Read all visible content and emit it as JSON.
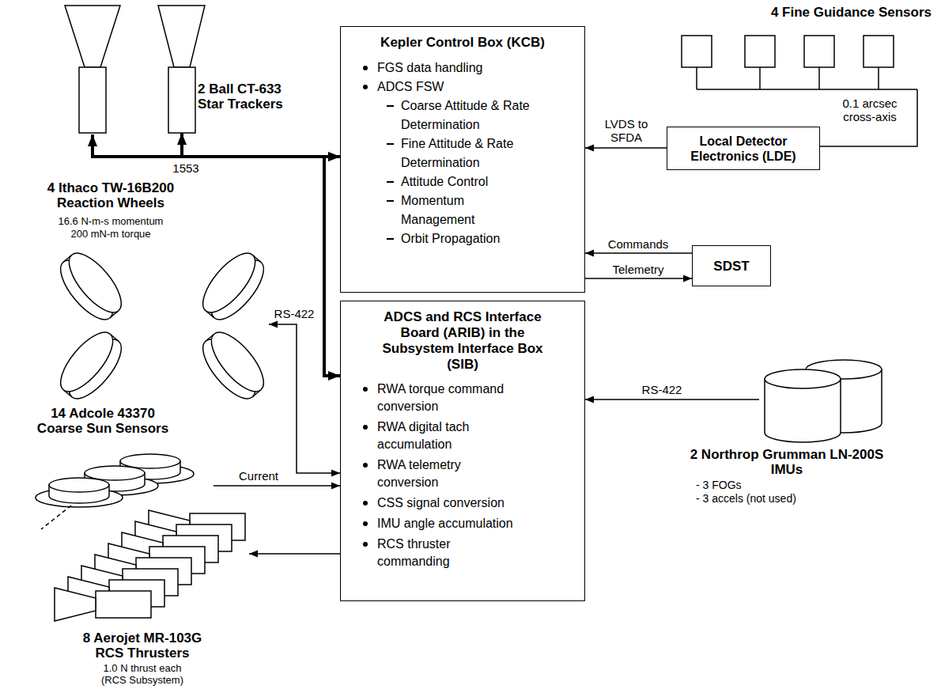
{
  "diagram": {
    "nodes": [
      {
        "text": [
          "2 Ball CT-633 Star Trackers"
        ]
      },
      {
        "text": [
          "Kepler Control Box (KCB)",
          "FGS data handling",
          "ADCS FSW",
          "Coarse Attitude & Rate Determination",
          "Fine Attitude & Rate Determination",
          "Attitude Control",
          "Momentum Management",
          "Orbit Propagation"
        ]
      },
      {
        "text": [
          "4 Fine Guidance Sensors"
        ]
      },
      {
        "text": [
          "Local Detector Electronics (LDE)"
        ]
      },
      {
        "text": [
          "4 Ithaco TW-16B200 Reaction Wheels",
          "16.6 N-m-s momentum",
          "200 mN-m torque"
        ]
      },
      {
        "text": [
          "SDST"
        ]
      },
      {
        "text": [
          "ADCS and RCS Interface Board (ARIB) in the Subsystem Interface Box (SIB)",
          "RWA torque command conversion",
          "RWA digital tach accumulation",
          "RWA telemetry conversion",
          "CSS signal conversion",
          "IMU angle accumulation",
          "RCS thruster commanding"
        ]
      },
      {
        "text": [
          "14 Adcole 43370 Coarse Sun Sensors"
        ]
      },
      {
        "text": [
          "2 Northrop Grumman LN-200S IMUs",
          "- 3 FOGs",
          "- 3 accels (not used)"
        ]
      },
      {
        "text": [
          "8 Aerojet MR-103G RCS Thrusters",
          "1.0 N thrust each",
          "(RCS Subsystem)"
        ]
      }
    ],
    "edges": [
      {
        "from": 0,
        "to": 1,
        "arrow": "both",
        "label": "1553"
      },
      {
        "from": 1,
        "to": 6,
        "arrow": "both"
      },
      {
        "from": 2,
        "to": 3,
        "arrow": "none",
        "label": "0.1 arcsec cross-axis"
      },
      {
        "from": 3,
        "to": 1,
        "arrow": "to",
        "label": "LVDS to SFDA"
      },
      {
        "from": 5,
        "to": 1,
        "arrow": "to",
        "label": "Commands"
      },
      {
        "from": 1,
        "to": 5,
        "arrow": "to",
        "label": "Telemetry"
      },
      {
        "from": 4,
        "to": 6,
        "arrow": "both",
        "label": "RS-422"
      },
      {
        "from": 7,
        "to": 6,
        "arrow": "to",
        "label": "Current"
      },
      {
        "from": 8,
        "to": 6,
        "arrow": "to",
        "label": "RS-422"
      },
      {
        "from": 6,
        "to": 9,
        "arrow": "to"
      }
    ]
  }
}
